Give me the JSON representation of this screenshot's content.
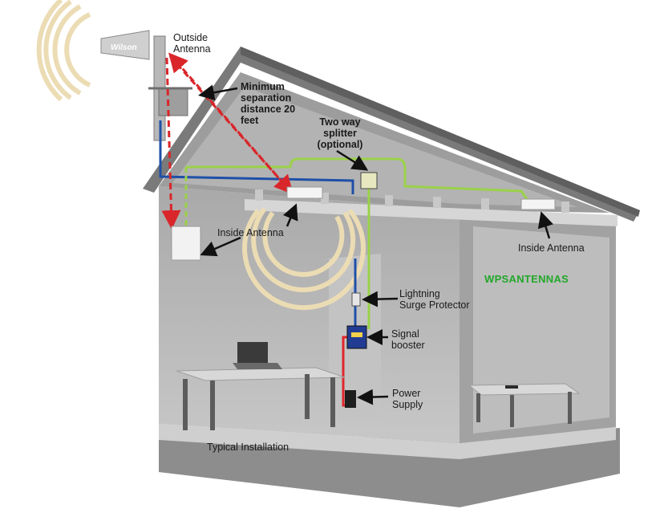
{
  "labels": {
    "outside_antenna": [
      "Outside",
      "Antenna"
    ],
    "minimum_separation": [
      "Minimum",
      "separation",
      "distance 20",
      "feet"
    ],
    "two_way_splitter": [
      "Two way",
      "splitter",
      "(optional)"
    ],
    "inside_antenna_left": "Inside Antenna",
    "inside_antenna_right": "Inside Antenna",
    "lightning_surge_protector": [
      "Lightning",
      "Surge Protector"
    ],
    "signal_booster": [
      "Signal",
      "booster"
    ],
    "power_supply": [
      "Power",
      "Supply"
    ],
    "typical_installation": "Typical Installation",
    "watermark": "WPSANTENNAS"
  },
  "logo_text": "Wilson",
  "icons": [
    "outside-antenna-icon",
    "inside-antenna-icon",
    "wall-antenna-icon",
    "splitter-icon",
    "surge-protector-icon",
    "signal-booster-icon",
    "power-supply-icon",
    "laptop-icon",
    "phone-icon"
  ],
  "colors": {
    "house_wall": "#b5b5b5",
    "house_dark": "#8f8f8f",
    "roof": "#7d7d7d",
    "blue_cable": "#1f4fa8",
    "green_cable": "#9bd14a",
    "red_cable": "#e0262b",
    "separation_arrow": "#d9262b",
    "signal_waves": "#ecdcb4",
    "watermark": "#22a82a"
  }
}
